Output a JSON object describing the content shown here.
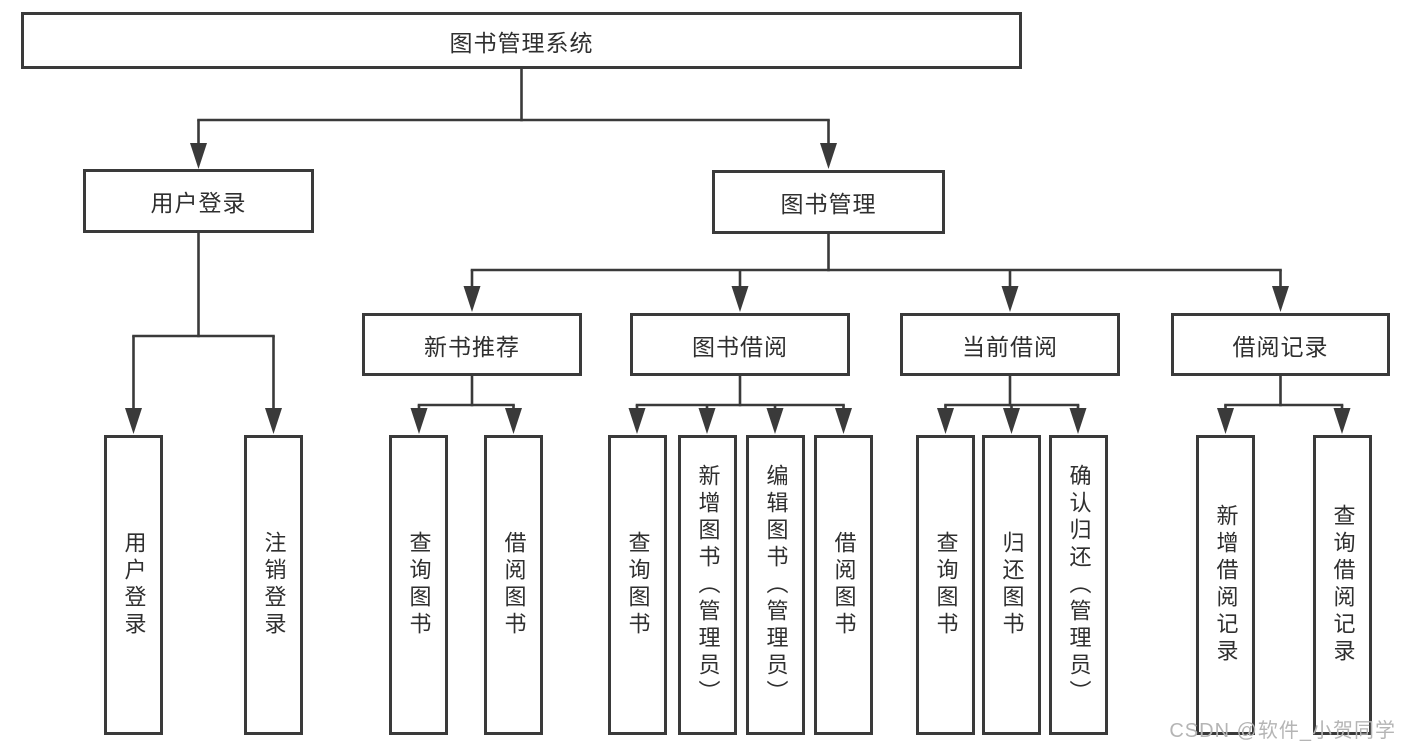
{
  "colors": {
    "line": "#3a3a3a",
    "box_border": "#3a3a3a",
    "text": "#2f2f2f",
    "watermark": "#b5b5b5",
    "background": "#ffffff"
  },
  "watermark": {
    "text": "CSDN @软件_小贺同学"
  },
  "diagram": {
    "type": "hierarchy-flowchart",
    "root": {
      "label": "图书管理系统"
    },
    "branches": [
      {
        "label": "用户登录",
        "children": [
          {
            "label": "用户登录"
          },
          {
            "label": "注销登录"
          }
        ]
      },
      {
        "label": "图书管理",
        "children": [
          {
            "label": "新书推荐",
            "children": [
              {
                "label": "查询图书"
              },
              {
                "label": "借阅图书"
              }
            ]
          },
          {
            "label": "图书借阅",
            "children": [
              {
                "label": "查询图书"
              },
              {
                "label": "新增图书（管理员）"
              },
              {
                "label": "编辑图书（管理员）"
              },
              {
                "label": "借阅图书"
              }
            ]
          },
          {
            "label": "当前借阅",
            "children": [
              {
                "label": "查询图书"
              },
              {
                "label": "归还图书"
              },
              {
                "label": "确认归还（管理员）"
              }
            ]
          },
          {
            "label": "借阅记录",
            "children": [
              {
                "label": "新增借阅记录"
              },
              {
                "label": "查询借阅记录"
              }
            ]
          }
        ]
      }
    ]
  }
}
